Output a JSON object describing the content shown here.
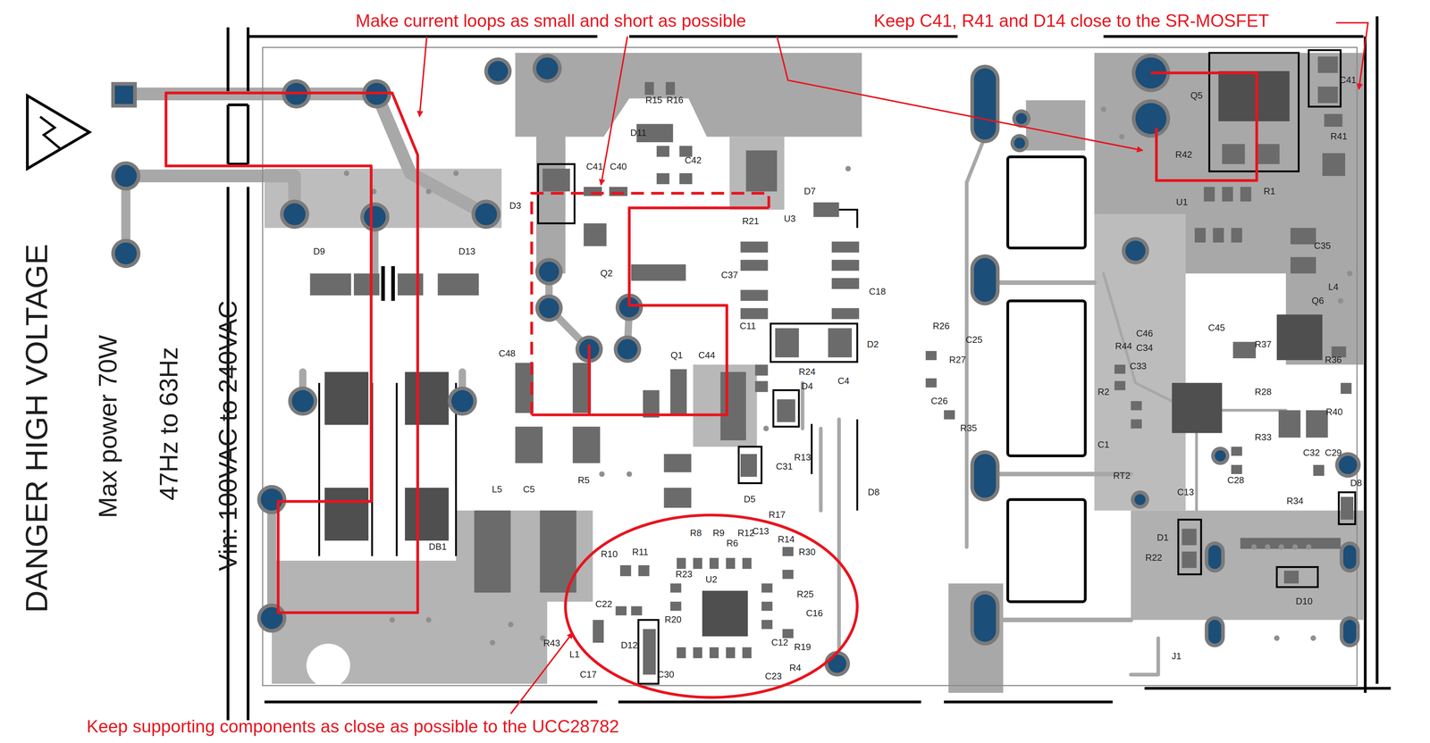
{
  "diagram": {
    "labels": [
      "Make current loops as small and short as possible",
      "Keep C41, R41 and D14 close to the SR-MOSFET",
      "Keep supporting components as close as possible to the UCC28782",
      "DANGER HIGH VOLTAGE",
      "Max power 70W",
      "47Hz to 63Hz",
      "Vin: 100VAC to 240VAC",
      "R15",
      "R16",
      "D11",
      "C42",
      "C41",
      "C40",
      "D3",
      "R21",
      "U3",
      "D7",
      "Q2",
      "C37",
      "C18",
      "C11",
      "C44",
      "D2",
      "C48",
      "Q1",
      "R24",
      "D4",
      "C4",
      "R13",
      "C31",
      "D5",
      "D8",
      "L5",
      "C5",
      "R5",
      "D9",
      "D13",
      "DB1",
      "R17",
      "R14",
      "R8",
      "R9",
      "R6",
      "R12",
      "C13",
      "R30",
      "R10",
      "R11",
      "R23",
      "U2",
      "R25",
      "C16",
      "C22",
      "R20",
      "C12",
      "R19",
      "C30",
      "C23",
      "R4",
      "R43",
      "D12",
      "L1",
      "C17",
      "Q5",
      "C41",
      "R41",
      "R42",
      "U1",
      "R1",
      "C35",
      "L4",
      "Q6",
      "C45",
      "R37",
      "R36",
      "R44",
      "C46",
      "C34",
      "C33",
      "R2",
      "C1",
      "R28",
      "R40",
      "R33",
      "C32",
      "C29",
      "C28",
      "R34",
      "D8",
      "RT2",
      "C13",
      "R22",
      "D1",
      "D10",
      "J1",
      "R26",
      "C25",
      "R27",
      "C26",
      "R35"
    ]
  }
}
